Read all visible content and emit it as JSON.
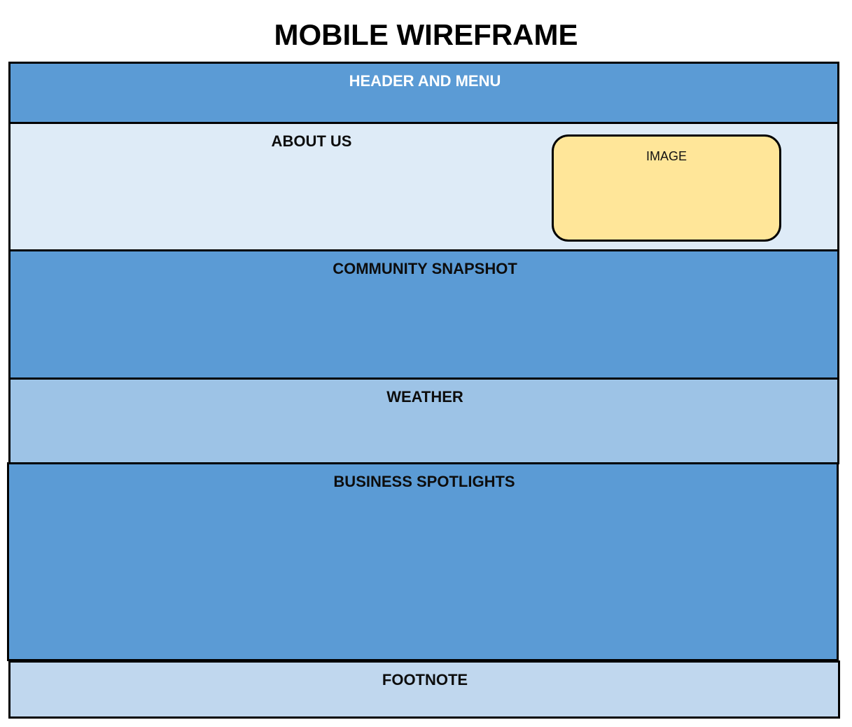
{
  "title": "MOBILE WIREFRAME",
  "colors": {
    "header_fill": "#5b9bd5",
    "header_text": "#ffffff",
    "about_fill": "#deebf7",
    "snapshot_fill": "#5b9bd5",
    "weather_fill": "#9dc3e6",
    "business_fill": "#5b9bd5",
    "footnote_fill": "#c0d7ee",
    "image_fill": "#ffe699",
    "border": "#000000",
    "label_text": "#0d0d0d"
  },
  "sections": {
    "header": {
      "label": "HEADER AND MENU"
    },
    "about": {
      "label": "ABOUT US",
      "image_label": "IMAGE"
    },
    "snapshot": {
      "label": "COMMUNITY SNAPSHOT"
    },
    "weather": {
      "label": "WEATHER"
    },
    "business": {
      "label": "BUSINESS SPOTLIGHTS"
    },
    "footnote": {
      "label": "FOOTNOTE"
    }
  }
}
